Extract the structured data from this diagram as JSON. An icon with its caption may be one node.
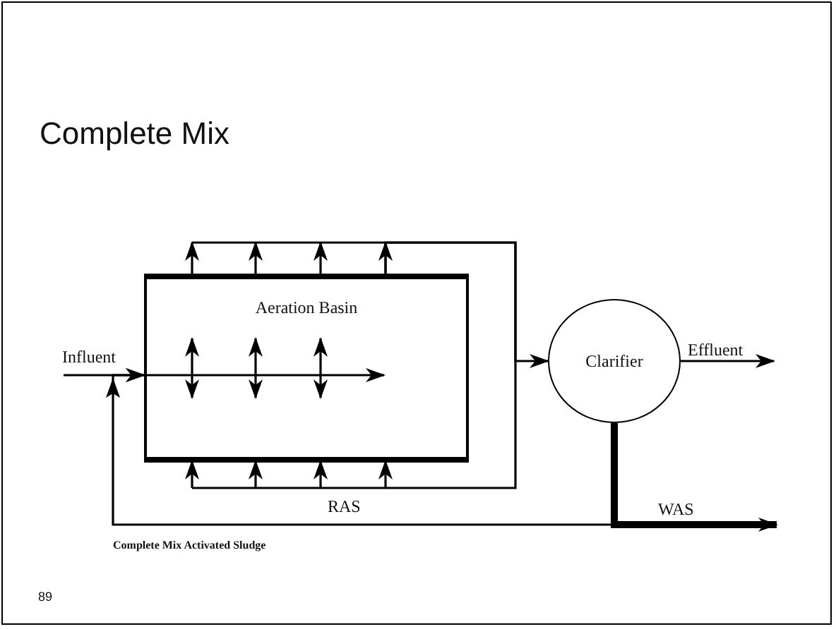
{
  "diagram": {
    "title": "Complete Mix",
    "nodes": [
      {
        "text": [
          "Aeration Basin"
        ]
      },
      {
        "text": [
          "Clarifier"
        ]
      }
    ],
    "edges": [
      {
        "from": null,
        "to": 0,
        "arrow": "to",
        "label": "Influent"
      },
      {
        "from": 0,
        "to": 1,
        "arrow": "to"
      },
      {
        "from": 1,
        "to": null,
        "arrow": "to",
        "label": "Effluent"
      },
      {
        "from": 1,
        "to": 0,
        "arrow": "to",
        "label": "RAS"
      },
      {
        "from": 1,
        "to": null,
        "arrow": "to",
        "label": "WAS",
        "style": "thick"
      }
    ],
    "labels": [
      "Complete Mix Activated Sludge",
      "89"
    ]
  }
}
